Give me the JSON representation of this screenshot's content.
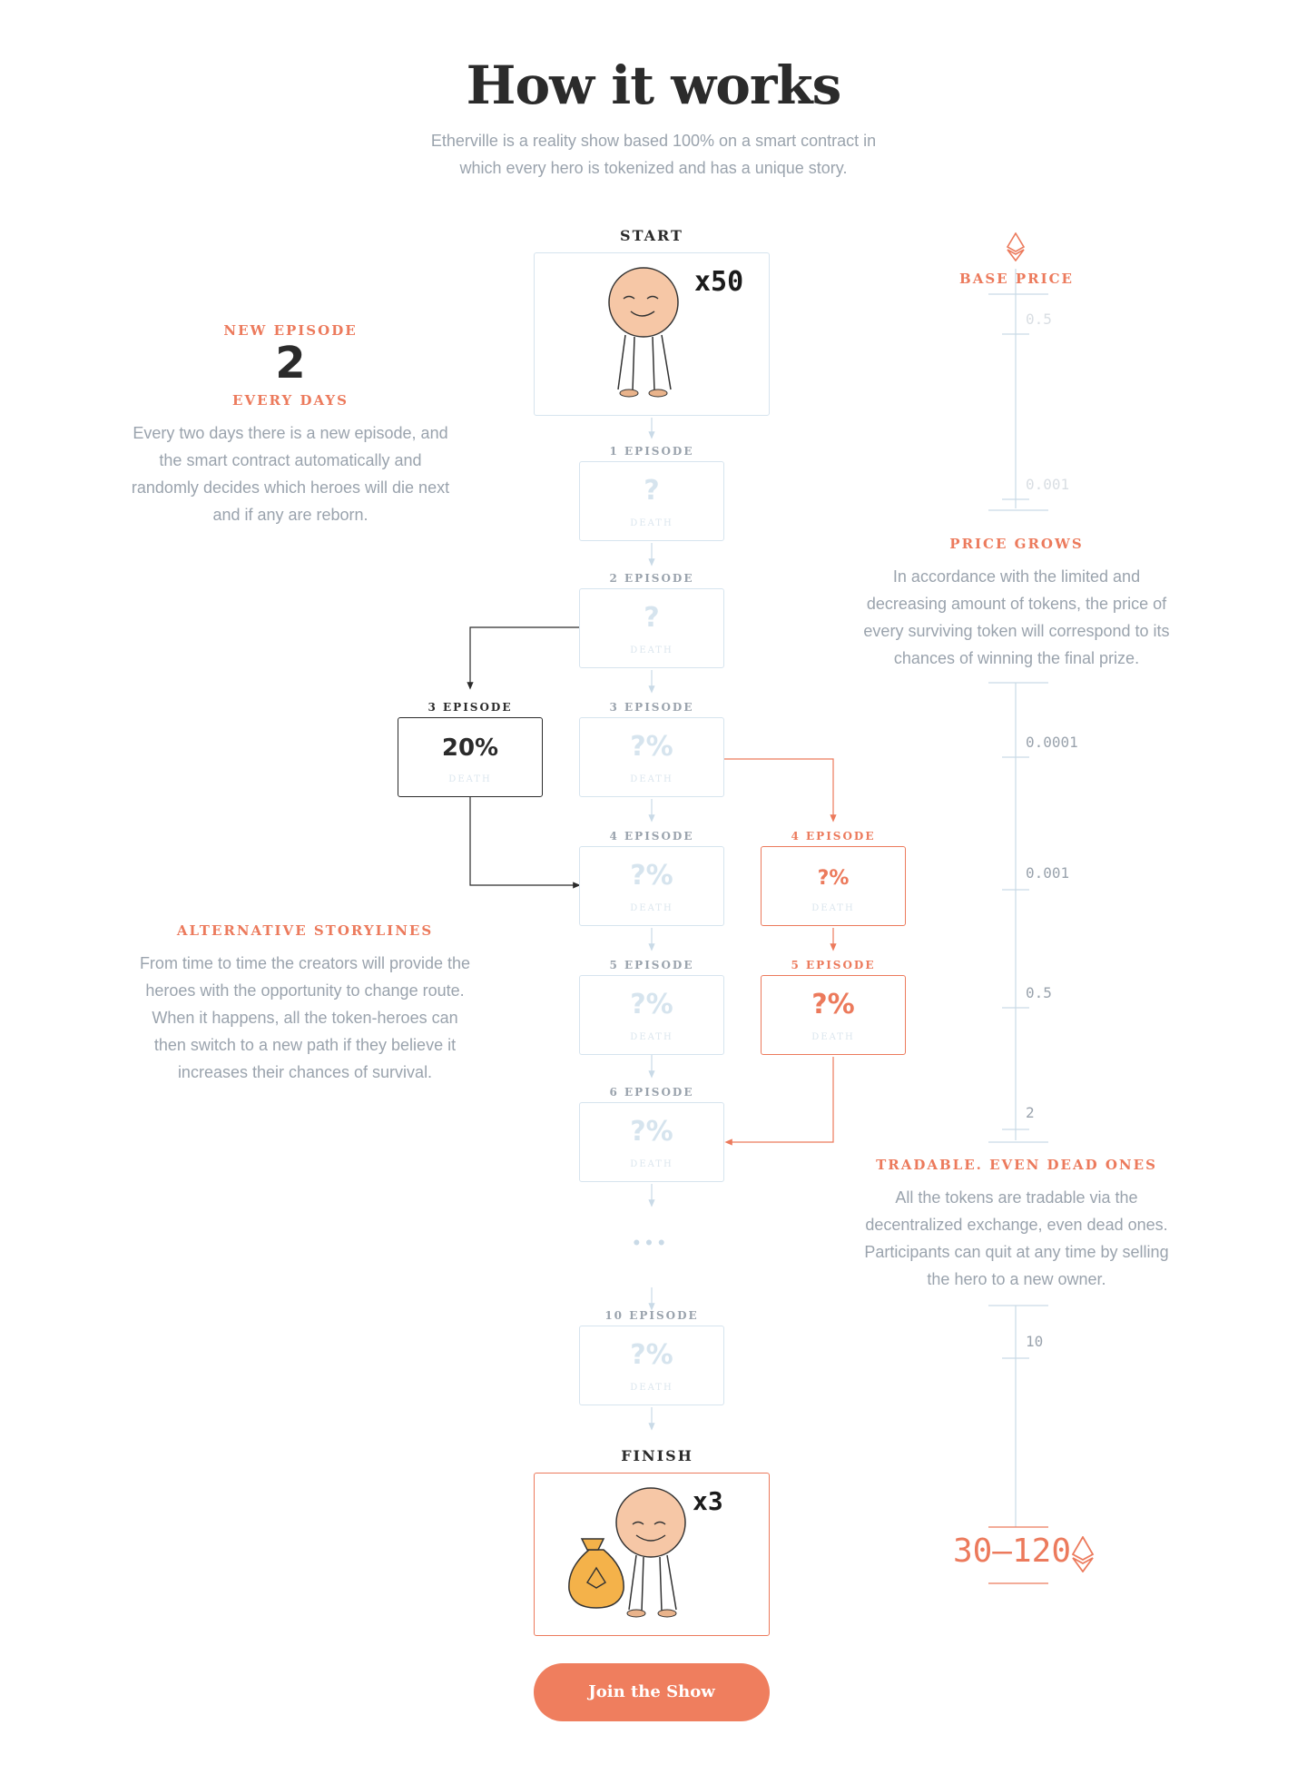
{
  "header": {
    "title": "How it works",
    "subtitle": "Etherville is a reality show based 100% on a smart contract in which every hero is tokenized and has a unique story."
  },
  "flow": {
    "start_label": "START",
    "start_multiplier": "x50",
    "finish_label": "FINISH",
    "finish_multiplier": "x3",
    "ellipsis": "•••",
    "death_label": "DEATH",
    "main_episodes": [
      {
        "label": "1 EPISODE",
        "value": "?"
      },
      {
        "label": "2 EPISODE",
        "value": "?"
      },
      {
        "label": "3 EPISODE",
        "value": "?%"
      },
      {
        "label": "4 EPISODE",
        "value": "?%"
      },
      {
        "label": "5 EPISODE",
        "value": "?%"
      },
      {
        "label": "6 EPISODE",
        "value": "?%"
      },
      {
        "label": "10 EPISODE",
        "value": "?%"
      }
    ],
    "left_branch": {
      "label": "3 EPISODE",
      "value": "20%"
    },
    "right_branch": [
      {
        "label": "4 EPISODE",
        "value": "?%"
      },
      {
        "label": "5 EPISODE",
        "value": "?%"
      }
    ]
  },
  "left_info": {
    "new_episode": {
      "top": "NEW EPISODE",
      "number": "2",
      "bottom": "EVERY DAYS",
      "text": "Every two days there is a new episode, and the smart contract automatically and randomly decides which heroes will die next and if any are reborn."
    },
    "storylines": {
      "heading": "ALTERNATIVE STORYLINES",
      "text": "From time to time the creators will provide the heroes with the opportunity to change route. When it happens, all the token-heroes can then switch to a new path if they believe it increases their chances of survival."
    }
  },
  "right_info": {
    "base_price": "BASE PRICE",
    "scale_top": [
      "0.5",
      "0.001"
    ],
    "price_grows": {
      "heading": "PRICE GROWS",
      "text": "In accordance with the limited and decreasing amount of tokens, the price of every surviving token will correspond to its chances of winning the final prize."
    },
    "scale_mid": [
      "0.0001",
      "0.001",
      "0.5",
      "2"
    ],
    "tradable": {
      "heading": "TRADABLE. EVEN DEAD ONES",
      "text": "All the tokens are tradable via the decentralized exchange, even dead ones. Participants can quit at any time by selling the hero to a new owner."
    },
    "scale_bottom": [
      "10"
    ],
    "final_range": "30–120"
  },
  "cta": {
    "label": "Join the Show"
  },
  "colors": {
    "accent": "#ec7a5c",
    "line": "#d6e4ee",
    "text": "#9aa3ad",
    "dark": "#2b2b2b"
  }
}
